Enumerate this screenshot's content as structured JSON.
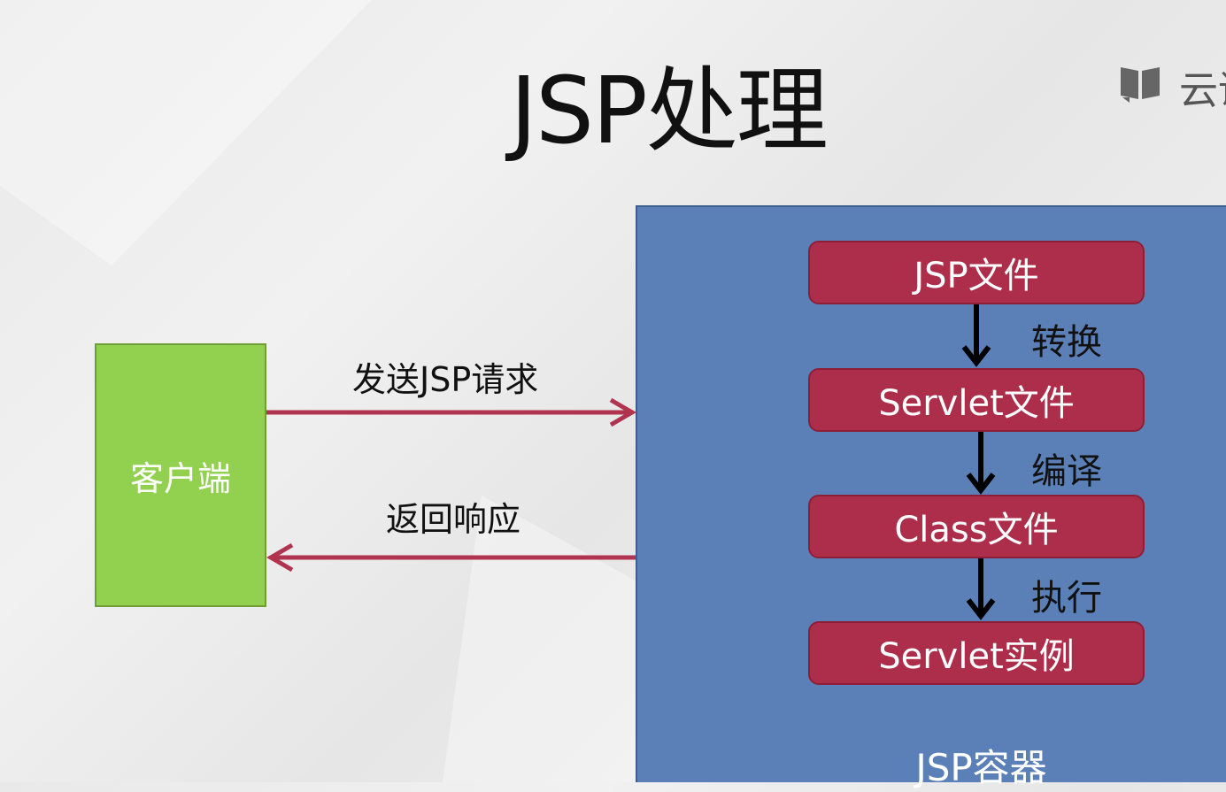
{
  "title": "JSP处理",
  "logo": {
    "text": "云课",
    "icon": "book-icon"
  },
  "client": {
    "label": "客户端",
    "color": "#92d050"
  },
  "request": {
    "label": "发送JSP请求"
  },
  "response": {
    "label": "返回响应"
  },
  "container": {
    "label": "JSP容器",
    "color": "#5b80b8"
  },
  "steps": [
    {
      "label": "JSP文件"
    },
    {
      "label": "Servlet文件"
    },
    {
      "label": "Class文件"
    },
    {
      "label": "Servlet实例"
    }
  ],
  "transitions": [
    {
      "label": "转换"
    },
    {
      "label": "编译"
    },
    {
      "label": "执行"
    }
  ],
  "colors": {
    "arrow": "#b0344f",
    "step": "#ad2e4a"
  }
}
